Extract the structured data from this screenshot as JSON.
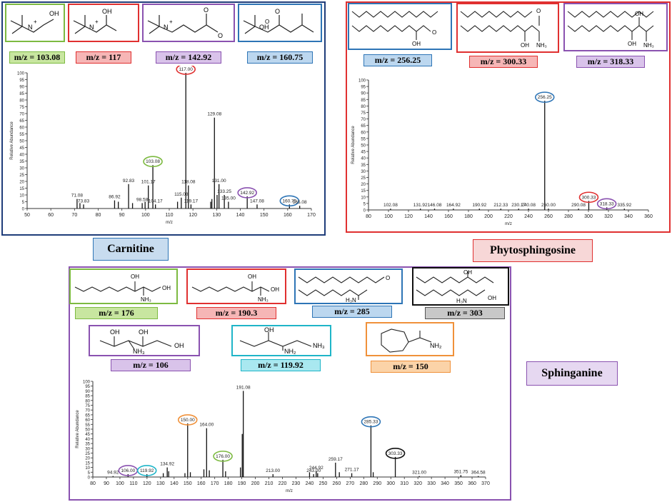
{
  "colors": {
    "green": "#7dba41",
    "red": "#e03030",
    "purple": "#8a52b0",
    "blue": "#2e75b6",
    "cyan": "#1fb5c8",
    "orange": "#f0913a",
    "black": "#111111",
    "green_fill": "#c8e6a0",
    "red_fill": "#f6b6b6",
    "purple_fill": "#d9c3ea",
    "blue_fill": "#bcd7ef",
    "cyan_fill": "#a9e8f0",
    "orange_fill": "#fbd3a8",
    "gray_fill": "#c8c8c8",
    "name_fill": "#c8dcef",
    "name_fill_pink": "#f7d7d7",
    "name_fill_purple": "#e6d8f1"
  },
  "carnitine": {
    "name": "Carnitine",
    "labels": [
      "m/z = 103.08",
      "m/z = 117",
      "m/z = 142.92",
      "m/z = 160.75"
    ],
    "structure_text": [
      "OH",
      "N",
      "+",
      "OH",
      "N",
      "+",
      "O",
      "O",
      "N",
      "+",
      "OH",
      "O",
      "O"
    ]
  },
  "phytosphingosine": {
    "name": "Phytosphingosine",
    "labels": [
      "m/z = 256.25",
      "m/z = 300.33",
      "m/z = 318.33"
    ],
    "structure_text": [
      "OH",
      "O",
      "OH",
      "O",
      "NH₃",
      "OH",
      "OH",
      "NH₃"
    ]
  },
  "sphinganine": {
    "name": "Sphinganine",
    "labels": [
      "m/z = 176",
      "m/z = 190.3",
      "m/z = 285",
      "m/z = 303",
      "m/z = 106",
      "m/z = 119.92",
      "m/z = 150"
    ],
    "structure_text": [
      "OH",
      "NH₃",
      "OH",
      "OH",
      "NH₃",
      "OH",
      "O",
      "H₃N",
      "OH",
      "H₃N",
      "OH",
      "OH",
      "OH",
      "NH₃",
      "OH",
      "OH",
      "NH₃",
      "NH₂"
    ]
  },
  "chart_data": [
    {
      "type": "bar",
      "title": "",
      "xlabel": "m/z",
      "ylabel": "Relative Abundance",
      "xlim": [
        50,
        170
      ],
      "ylim": [
        0,
        100
      ],
      "xticks": [
        50,
        60,
        70,
        80,
        90,
        100,
        110,
        120,
        130,
        140,
        150,
        160,
        170
      ],
      "yticks": [
        0,
        5,
        10,
        15,
        20,
        25,
        30,
        35,
        40,
        45,
        50,
        55,
        60,
        65,
        70,
        75,
        80,
        85,
        90,
        95,
        100
      ],
      "peaks": [
        {
          "x": 71.08,
          "y": 7,
          "label": "71.08"
        },
        {
          "x": 72.3,
          "y": 4
        },
        {
          "x": 73.83,
          "y": 3,
          "label": "73.83"
        },
        {
          "x": 86.92,
          "y": 6,
          "label": "86.92"
        },
        {
          "x": 88.5,
          "y": 5
        },
        {
          "x": 92.83,
          "y": 18,
          "label": "92.83"
        },
        {
          "x": 94.5,
          "y": 4
        },
        {
          "x": 98.58,
          "y": 4,
          "label": "98.58"
        },
        {
          "x": 99.8,
          "y": 5
        },
        {
          "x": 101.17,
          "y": 17,
          "label": "101.17"
        },
        {
          "x": 103.08,
          "y": 32,
          "label": "103.08",
          "circle": "green"
        },
        {
          "x": 104.17,
          "y": 3,
          "label": "104.17"
        },
        {
          "x": 113.5,
          "y": 5
        },
        {
          "x": 115.08,
          "y": 8,
          "label": "115.08"
        },
        {
          "x": 117.0,
          "y": 100,
          "label": "117.00",
          "circle": "red"
        },
        {
          "x": 118.08,
          "y": 17,
          "label": "118.08"
        },
        {
          "x": 119.17,
          "y": 3,
          "label": "119.17"
        },
        {
          "x": 127.5,
          "y": 5
        },
        {
          "x": 128.0,
          "y": 7
        },
        {
          "x": 129.08,
          "y": 67,
          "label": "129.08"
        },
        {
          "x": 130.2,
          "y": 10
        },
        {
          "x": 131.0,
          "y": 18,
          "label": "131.00"
        },
        {
          "x": 133.25,
          "y": 10,
          "label": "133.25"
        },
        {
          "x": 135.0,
          "y": 5,
          "label": "135.00"
        },
        {
          "x": 142.92,
          "y": 9,
          "label": "142.92",
          "circle": "purple"
        },
        {
          "x": 147.08,
          "y": 3,
          "label": "147.08"
        },
        {
          "x": 160.75,
          "y": 3,
          "label": "160.75",
          "circle": "blue"
        },
        {
          "x": 165.08,
          "y": 2,
          "label": "165.08"
        }
      ]
    },
    {
      "type": "bar",
      "title": "",
      "xlabel": "m/z",
      "ylabel": "Relative Abundance",
      "xlim": [
        80,
        360
      ],
      "ylim": [
        0,
        100
      ],
      "xticks": [
        80,
        100,
        120,
        140,
        160,
        180,
        200,
        220,
        240,
        260,
        280,
        300,
        320,
        340,
        360
      ],
      "yticks": [
        0,
        5,
        10,
        15,
        20,
        25,
        30,
        35,
        40,
        45,
        50,
        55,
        60,
        65,
        70,
        75,
        80,
        85,
        90,
        95,
        100
      ],
      "peaks": [
        {
          "x": 102.08,
          "y": 1,
          "label": "102.08"
        },
        {
          "x": 131.92,
          "y": 1,
          "label": "131.92"
        },
        {
          "x": 146.08,
          "y": 1,
          "label": "146.08"
        },
        {
          "x": 164.92,
          "y": 1,
          "label": "164.92"
        },
        {
          "x": 190.92,
          "y": 1,
          "label": "190.92"
        },
        {
          "x": 212.33,
          "y": 1,
          "label": "212.33"
        },
        {
          "x": 230.17,
          "y": 1,
          "label": "230.17"
        },
        {
          "x": 240.08,
          "y": 1,
          "label": "240.08"
        },
        {
          "x": 256.25,
          "y": 84,
          "label": "256.25",
          "circle": "blue"
        },
        {
          "x": 260.0,
          "y": 1,
          "label": "260.00"
        },
        {
          "x": 290.08,
          "y": 1,
          "label": "290.08"
        },
        {
          "x": 300.33,
          "y": 7,
          "label": "300.33",
          "circle": "red"
        },
        {
          "x": 318.33,
          "y": 2,
          "label": "318.33",
          "circle": "purple"
        },
        {
          "x": 335.92,
          "y": 1,
          "label": "335.92"
        }
      ]
    },
    {
      "type": "bar",
      "title": "",
      "xlabel": "m/z",
      "ylabel": "Relative Abundance",
      "xlim": [
        80,
        370
      ],
      "ylim": [
        0,
        100
      ],
      "xticks": [
        80,
        90,
        100,
        110,
        120,
        130,
        140,
        150,
        160,
        170,
        180,
        190,
        200,
        210,
        220,
        230,
        240,
        250,
        260,
        270,
        280,
        290,
        300,
        310,
        320,
        330,
        340,
        350,
        360,
        370
      ],
      "yticks": [
        0,
        5,
        10,
        15,
        20,
        25,
        30,
        35,
        40,
        45,
        50,
        55,
        60,
        65,
        70,
        75,
        80,
        85,
        90,
        95,
        100
      ],
      "peaks": [
        {
          "x": 94.92,
          "y": 1,
          "label": "94.92"
        },
        {
          "x": 106.0,
          "y": 3,
          "label": "106.00",
          "circle": "purple"
        },
        {
          "x": 119.92,
          "y": 3,
          "label": "119.92",
          "circle": "cyan"
        },
        {
          "x": 132.0,
          "y": 4
        },
        {
          "x": 134.92,
          "y": 10,
          "label": "134.92"
        },
        {
          "x": 136.0,
          "y": 6
        },
        {
          "x": 148.0,
          "y": 4
        },
        {
          "x": 150.0,
          "y": 56,
          "label": "150.00",
          "circle": "orange"
        },
        {
          "x": 152.0,
          "y": 5
        },
        {
          "x": 162.0,
          "y": 8
        },
        {
          "x": 164.0,
          "y": 51,
          "label": "164.00"
        },
        {
          "x": 166.0,
          "y": 7
        },
        {
          "x": 176.0,
          "y": 18,
          "label": "176.00",
          "circle": "green"
        },
        {
          "x": 178.0,
          "y": 6
        },
        {
          "x": 189.0,
          "y": 10
        },
        {
          "x": 190.3,
          "y": 45
        },
        {
          "x": 191.08,
          "y": 90,
          "label": "191.08"
        },
        {
          "x": 213.0,
          "y": 3,
          "label": "213.00"
        },
        {
          "x": 240.0,
          "y": 5
        },
        {
          "x": 243.0,
          "y": 3,
          "label": "243.00"
        },
        {
          "x": 244.92,
          "y": 6,
          "label": "244.92"
        },
        {
          "x": 246.0,
          "y": 4
        },
        {
          "x": 259.17,
          "y": 15,
          "label": "259.17"
        },
        {
          "x": 262.0,
          "y": 5
        },
        {
          "x": 271.17,
          "y": 4,
          "label": "271.17"
        },
        {
          "x": 285.33,
          "y": 54,
          "label": "285.33",
          "circle": "blue"
        },
        {
          "x": 287.0,
          "y": 5
        },
        {
          "x": 303.33,
          "y": 21,
          "label": "303.33",
          "circle": "black"
        },
        {
          "x": 321.0,
          "y": 1,
          "label": "321.00"
        },
        {
          "x": 351.75,
          "y": 2,
          "label": "351.75"
        },
        {
          "x": 364.58,
          "y": 1,
          "label": "364.58"
        }
      ]
    }
  ]
}
